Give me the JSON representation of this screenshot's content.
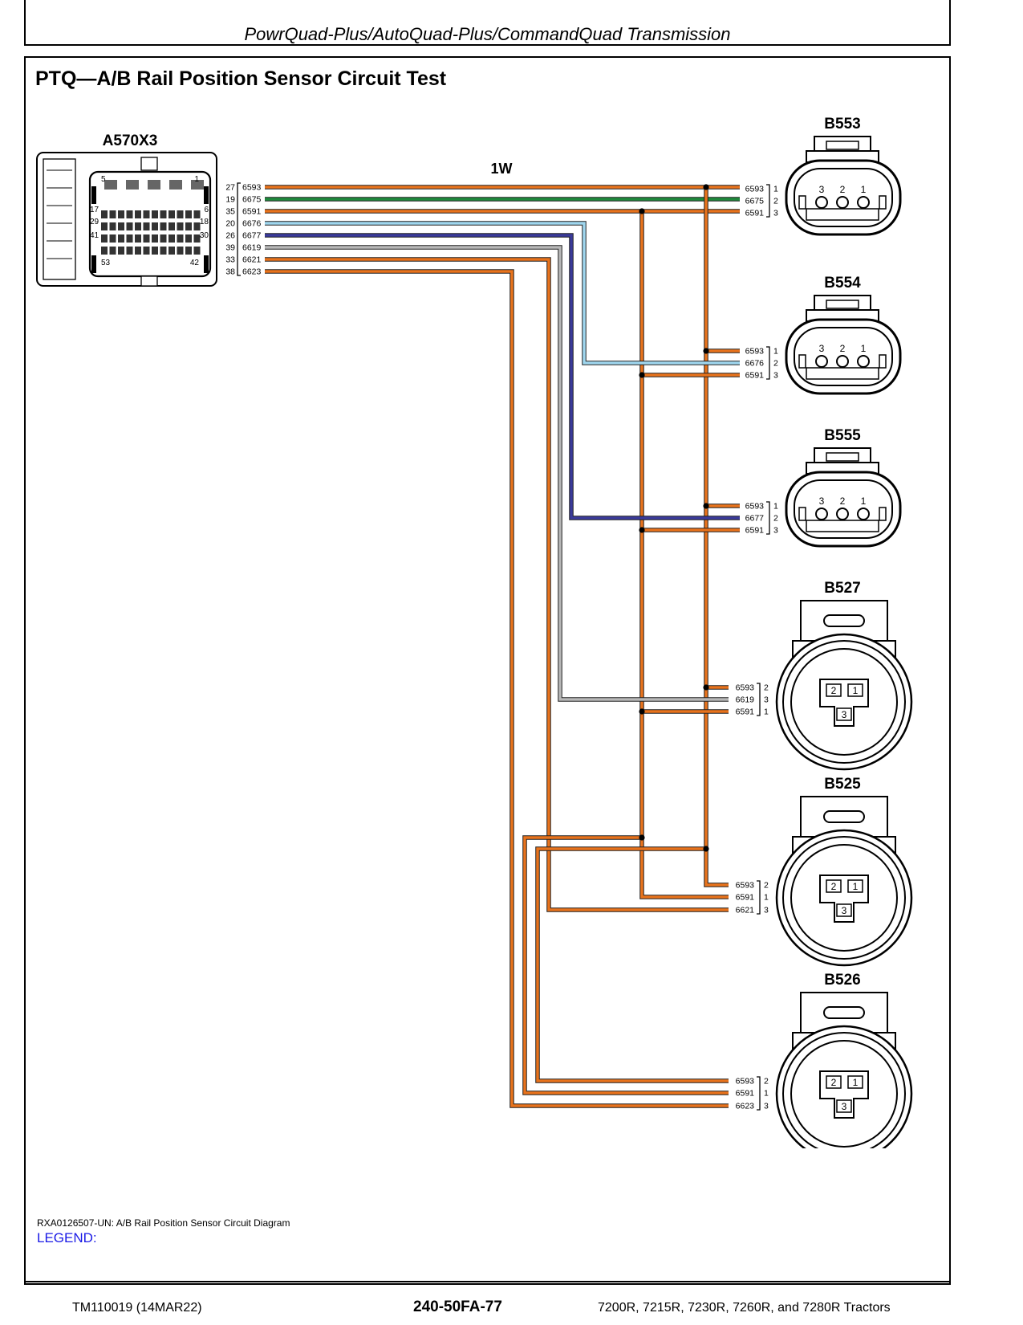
{
  "header": {
    "title": "PowrQuad-Plus/AutoQuad-Plus/CommandQuad Transmission"
  },
  "section": {
    "title": "PTQ—A/B Rail Position Sensor Circuit Test"
  },
  "diagram": {
    "controller": {
      "label": "A570X3",
      "cavity_markers": [
        "5",
        "1",
        "17",
        "6",
        "29",
        "18",
        "41",
        "30",
        "53",
        "42"
      ],
      "pins": [
        {
          "pin": "27",
          "wire": "6593"
        },
        {
          "pin": "19",
          "wire": "6675"
        },
        {
          "pin": "35",
          "wire": "6591"
        },
        {
          "pin": "20",
          "wire": "6676"
        },
        {
          "pin": "26",
          "wire": "6677"
        },
        {
          "pin": "39",
          "wire": "6619"
        },
        {
          "pin": "33",
          "wire": "6621"
        },
        {
          "pin": "38",
          "wire": "6623"
        }
      ]
    },
    "harness": {
      "label": "1W"
    },
    "wire_colors": {
      "6593": "#e8731c",
      "6591": "#e8731c",
      "6621": "#e8731c",
      "6623": "#e8731c",
      "6675": "#1f8a3c",
      "6676": "#9fd6ee",
      "6677": "#3a3a9a",
      "6619": "#b8b8b8"
    },
    "sensors": [
      {
        "label": "B553",
        "cavities": [
          "3",
          "2",
          "1"
        ],
        "pins": [
          {
            "wire": "6593",
            "pin": "1"
          },
          {
            "wire": "6675",
            "pin": "2"
          },
          {
            "wire": "6591",
            "pin": "3"
          }
        ]
      },
      {
        "label": "B554",
        "cavities": [
          "3",
          "2",
          "1"
        ],
        "pins": [
          {
            "wire": "6593",
            "pin": "1"
          },
          {
            "wire": "6676",
            "pin": "2"
          },
          {
            "wire": "6591",
            "pin": "3"
          }
        ]
      },
      {
        "label": "B555",
        "cavities": [
          "3",
          "2",
          "1"
        ],
        "pins": [
          {
            "wire": "6593",
            "pin": "1"
          },
          {
            "wire": "6677",
            "pin": "2"
          },
          {
            "wire": "6591",
            "pin": "3"
          }
        ]
      },
      {
        "label": "B527",
        "cavities": [
          "2",
          "1",
          "3"
        ],
        "pins": [
          {
            "wire": "6593",
            "pin": "2"
          },
          {
            "wire": "6619",
            "pin": "3"
          },
          {
            "wire": "6591",
            "pin": "1"
          }
        ]
      },
      {
        "label": "B525",
        "cavities": [
          "2",
          "1",
          "3"
        ],
        "pins": [
          {
            "wire": "6593",
            "pin": "2"
          },
          {
            "wire": "6591",
            "pin": "1"
          },
          {
            "wire": "6621",
            "pin": "3"
          }
        ]
      },
      {
        "label": "B526",
        "cavities": [
          "2",
          "1",
          "3"
        ],
        "pins": [
          {
            "wire": "6593",
            "pin": "2"
          },
          {
            "wire": "6591",
            "pin": "1"
          },
          {
            "wire": "6623",
            "pin": "3"
          }
        ]
      }
    ]
  },
  "caption": "RXA0126507-UN: A/B Rail Position Sensor Circuit Diagram",
  "legend": "LEGEND:",
  "footer": {
    "left": "TM110019 (14MAR22)",
    "center": "240-50FA-77",
    "right": "7200R, 7215R, 7230R, 7260R, and 7280R Tractors"
  }
}
